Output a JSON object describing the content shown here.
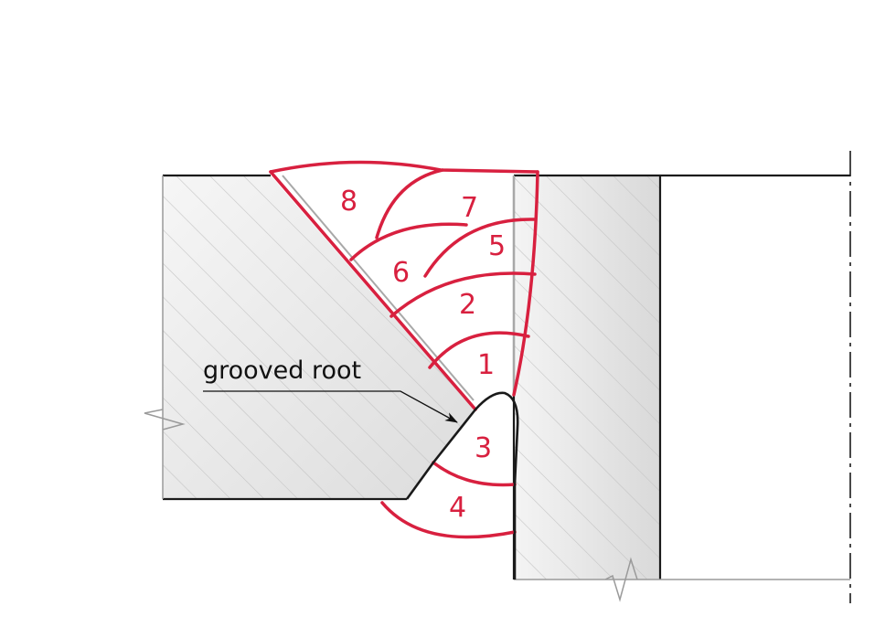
{
  "colors": {
    "weld": "#d8203f",
    "outline": "#1a1a1a",
    "hatch": "#bdbdbd",
    "groove_line": "#a8a8a8",
    "break_line": "#9a9a9a",
    "fill_light": "#f3f3f3",
    "fill_mid": "#e2e2e2",
    "text": "#111111"
  },
  "callout": {
    "label": "grooved root"
  },
  "passes": [
    {
      "id": "1",
      "label": "1"
    },
    {
      "id": "2",
      "label": "2"
    },
    {
      "id": "3",
      "label": "3"
    },
    {
      "id": "4",
      "label": "4"
    },
    {
      "id": "5",
      "label": "5"
    },
    {
      "id": "6",
      "label": "6"
    },
    {
      "id": "7",
      "label": "7"
    },
    {
      "id": "8",
      "label": "8"
    }
  ]
}
